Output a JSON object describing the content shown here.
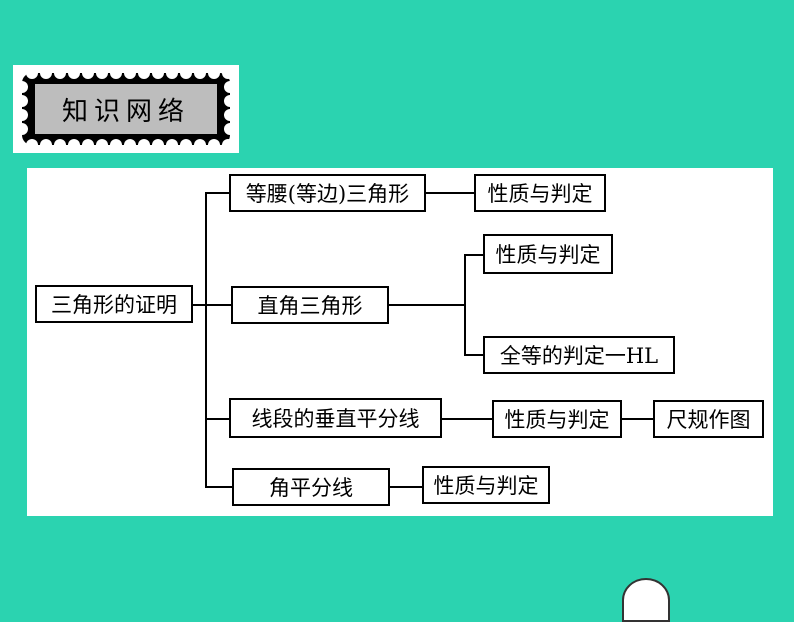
{
  "title": {
    "text": "知识网络"
  },
  "diagram": {
    "root": "三角形的证明",
    "nodes": {
      "isosceles": "等腰(等边)三角形",
      "isosceles_prop": "性质与判定",
      "right": "直角三角形",
      "right_prop": "性质与判定",
      "right_congruent": "全等的判定一HL",
      "bisector_perp": "线段的垂直平分线",
      "bisector_perp_prop": "性质与判定",
      "ruler_compass": "尺规作图",
      "angle_bisector": "角平分线",
      "angle_bisector_prop": "性质与判定"
    }
  }
}
